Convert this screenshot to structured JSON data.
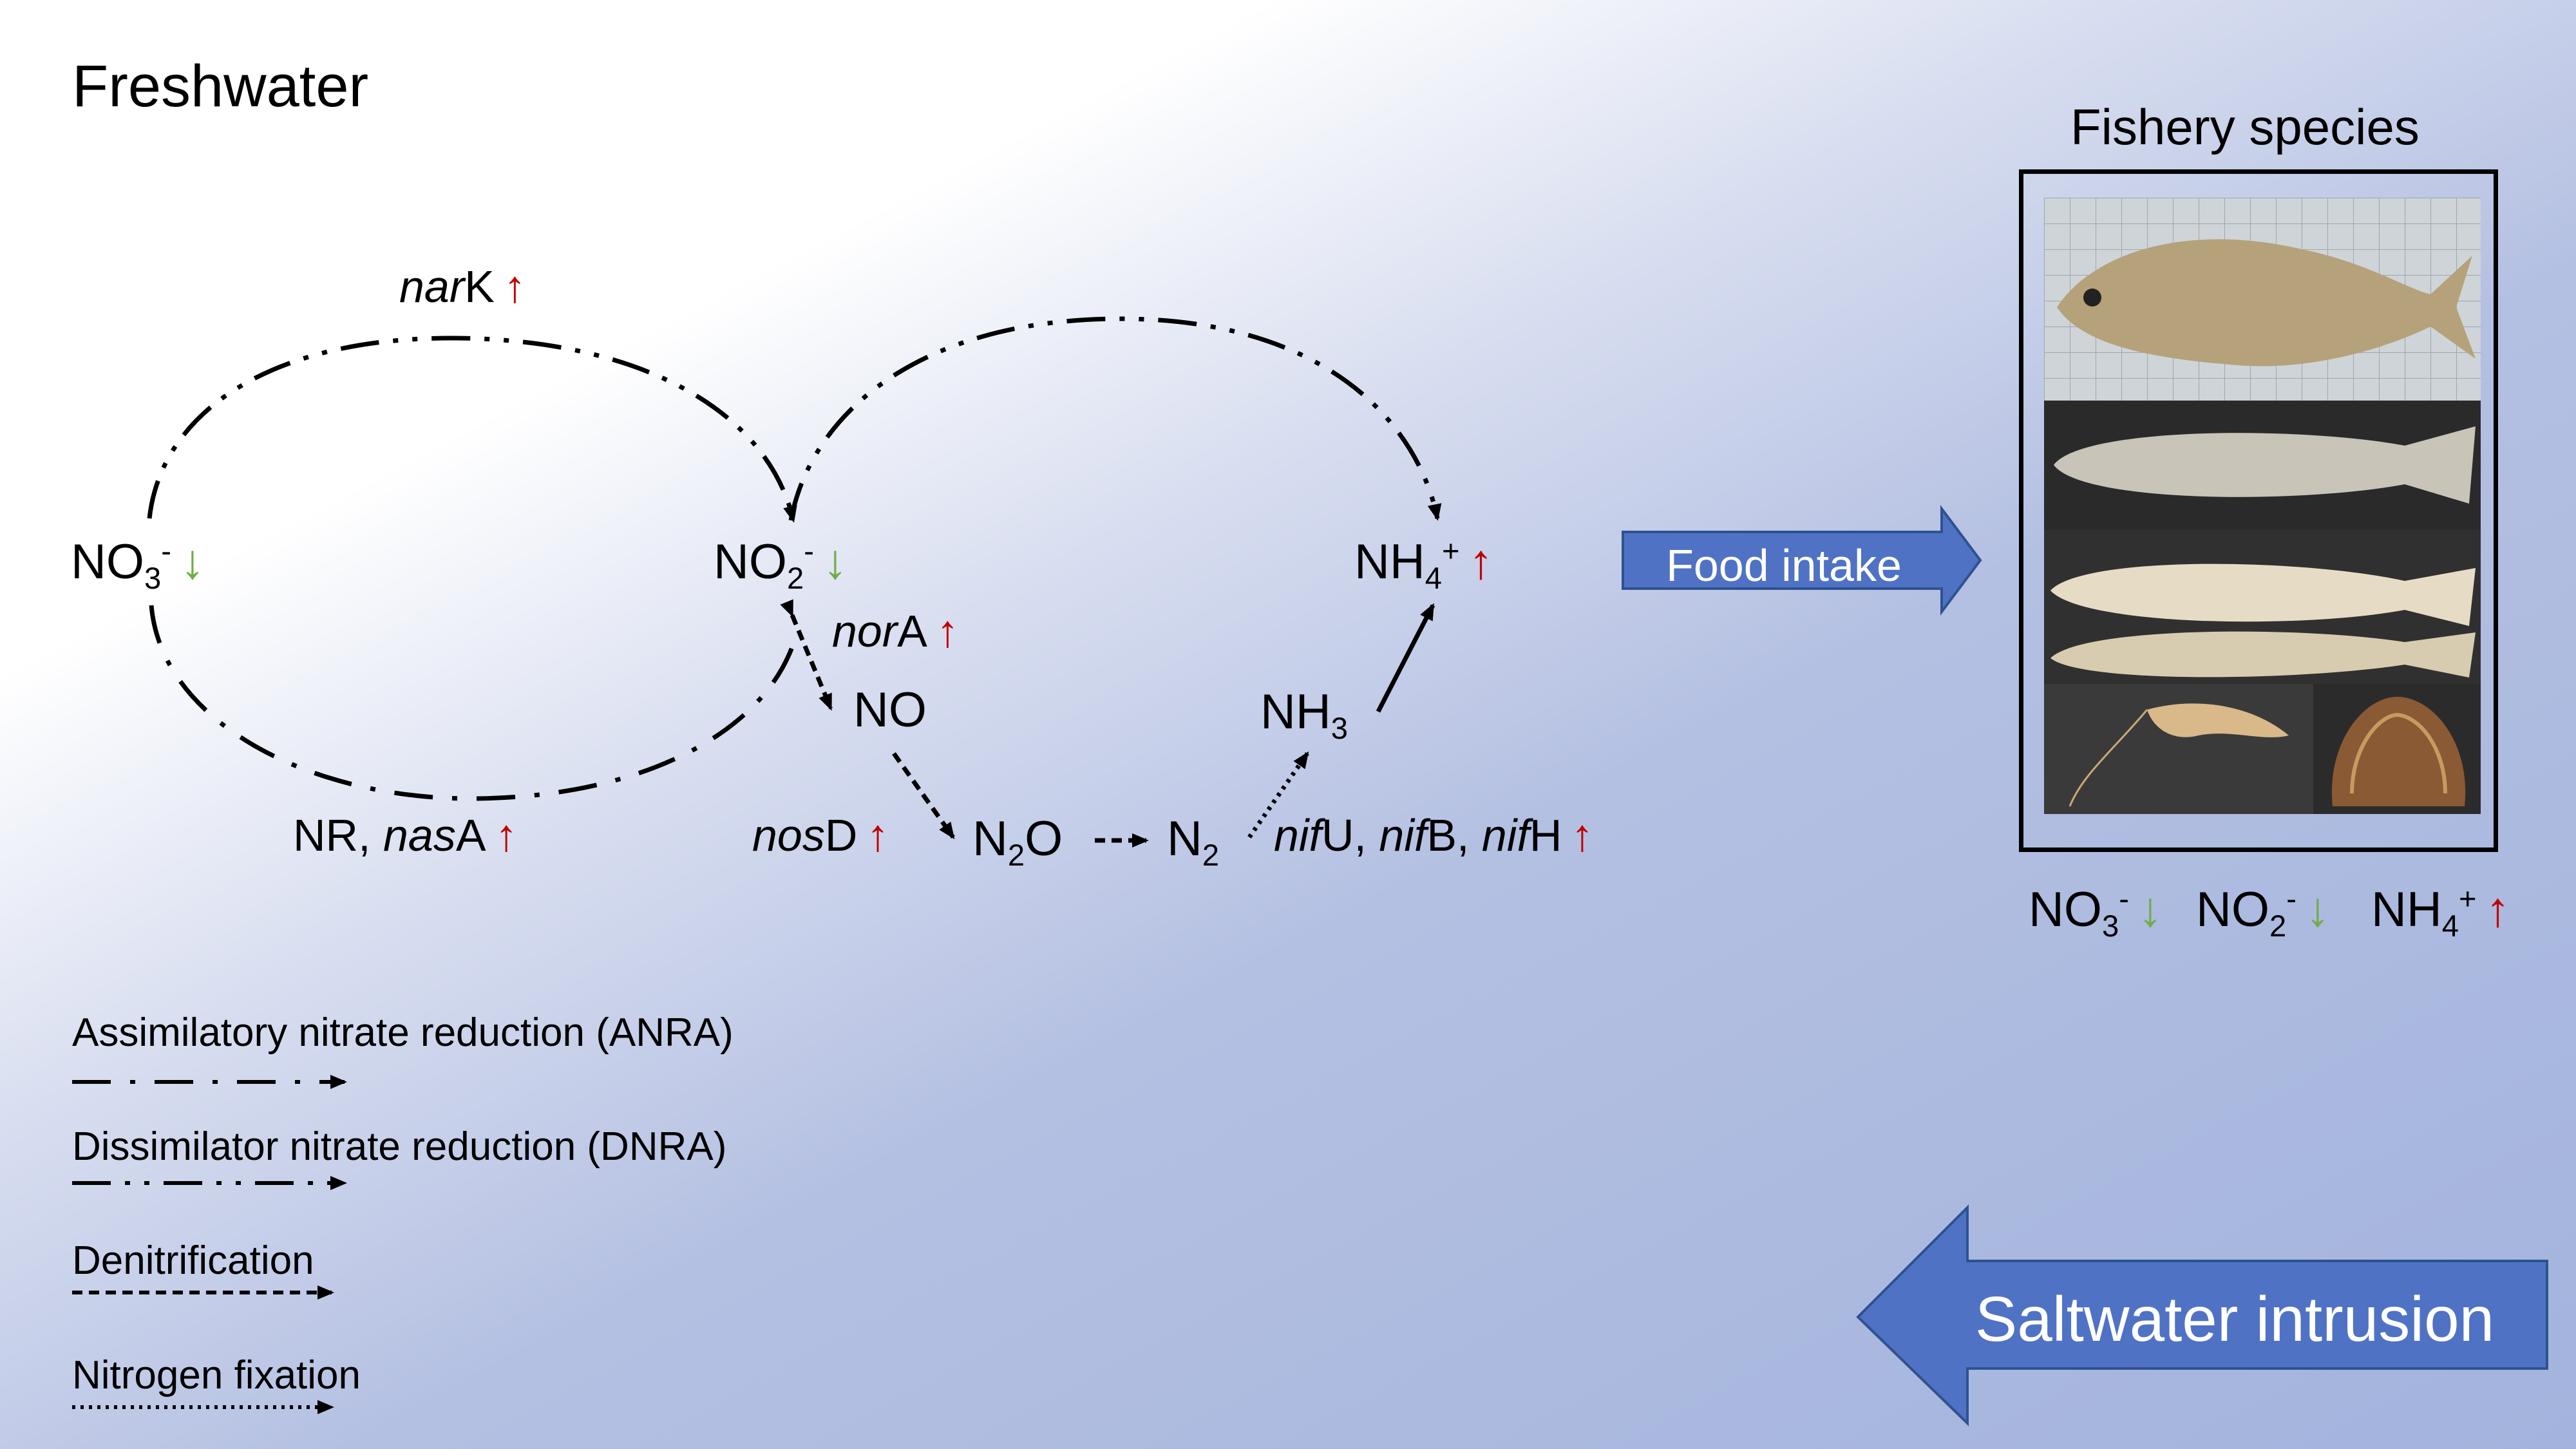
{
  "title": "Freshwater",
  "nodes": {
    "no3": {
      "base": "NO",
      "sub": "3",
      "sup": "-",
      "trend": "↓"
    },
    "no2": {
      "base": "NO",
      "sub": "2",
      "sup": "-",
      "trend": "↓"
    },
    "nh4": {
      "base": "NH",
      "sub": "4",
      "sup": "+",
      "trend": "↑"
    },
    "no": {
      "text": "NO"
    },
    "n2o": {
      "pre": "N",
      "sub": "2",
      "post": "O"
    },
    "n2": {
      "base": "N",
      "sub": "2"
    },
    "nh3": {
      "base": "NH",
      "sub": "3"
    }
  },
  "genes": {
    "nark": {
      "italic": "nar",
      "rest": "K",
      "trend": "↑"
    },
    "nasa": {
      "plain": "NR, ",
      "italic": "nas",
      "rest": "A",
      "trend": "↑"
    },
    "nora": {
      "italic": "nor",
      "rest": "A",
      "trend": "↑"
    },
    "nosd": {
      "italic": "nos",
      "rest": "D",
      "trend": "↑"
    },
    "nif": {
      "i1": "nif",
      "r1": "U, ",
      "i2": "nif",
      "r2": "B, ",
      "i3": "nif",
      "r3": "H",
      "trend": "↑"
    }
  },
  "legend": [
    {
      "label": "Assimilatory nitrate reduction (ANRA)",
      "style": "dash-dot"
    },
    {
      "label": "Dissimilator nitrate reduction (DNRA)",
      "style": "dash-dot-dot"
    },
    {
      "label": "Denitrification",
      "style": "dashed"
    },
    {
      "label": "Nitrogen fixation",
      "style": "dotted"
    }
  ],
  "food_intake": "Food intake",
  "fishery_title": "Fishery species",
  "fishery_levels": {
    "no3": {
      "base": "NO",
      "sub": "3",
      "sup": "-",
      "trend": "↓"
    },
    "no2": {
      "base": "NO",
      "sub": "2",
      "sup": "-",
      "trend": "↓"
    },
    "nh4": {
      "base": "NH",
      "sub": "4",
      "sup": "+",
      "trend": "↑"
    }
  },
  "saltwater": "Saltwater intrusion",
  "colors": {
    "up": "#c00000",
    "down": "#70ad47",
    "arrow_fill": "#4f72c4",
    "arrow_stroke": "#2f528f"
  }
}
